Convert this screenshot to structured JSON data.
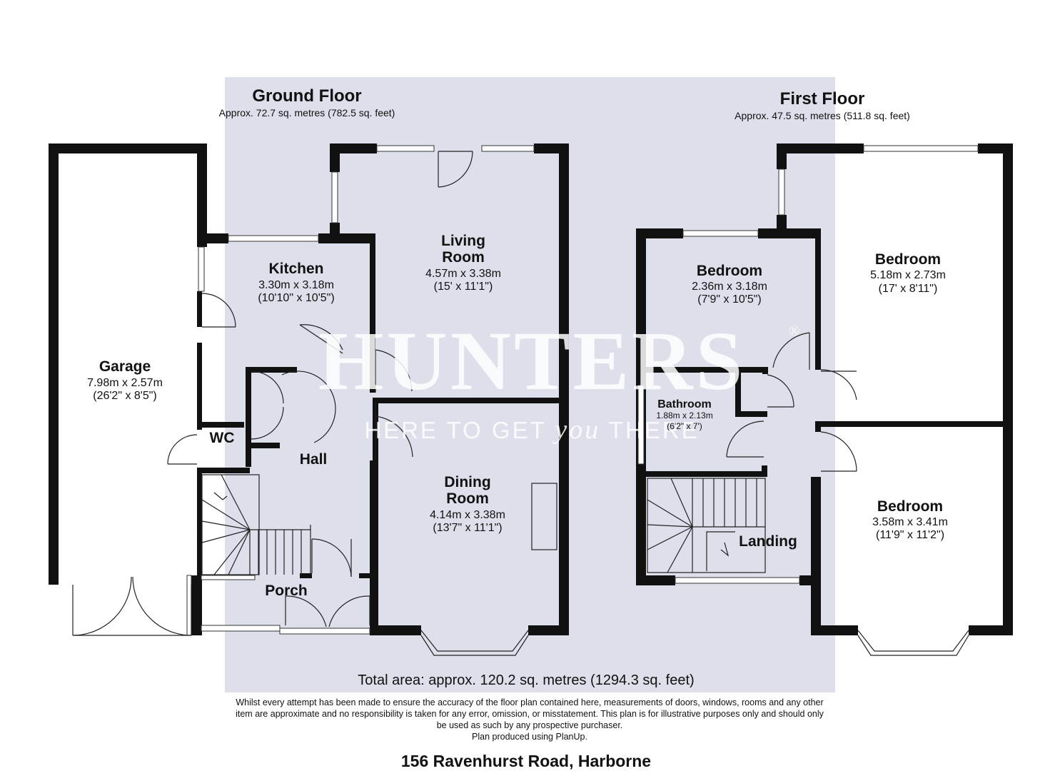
{
  "ground_floor": {
    "title": "Ground Floor",
    "area": "Approx. 72.7 sq. metres (782.5 sq. feet)",
    "rooms": [
      {
        "name": "Garage",
        "dims": "7.98m x 2.57m",
        "imperial": "(26'2\" x 8'5\")"
      },
      {
        "name": "Kitchen",
        "dims": "3.30m x 3.18m",
        "imperial": "(10'10\" x 10'5\")"
      },
      {
        "name": "Living",
        "name2": "Room",
        "dims": "4.57m x 3.38m",
        "imperial": "(15' x 11'1\")"
      },
      {
        "name": "Dining",
        "name2": "Room",
        "dims": "4.14m x 3.38m",
        "imperial": "(13'7\" x 11'1\")"
      },
      {
        "name": "WC"
      },
      {
        "name": "Hall"
      },
      {
        "name": "Porch"
      }
    ]
  },
  "first_floor": {
    "title": "First Floor",
    "area": "Approx. 47.5 sq. metres (511.8 sq. feet)",
    "rooms": [
      {
        "name": "Bedroom",
        "dims": "2.36m x 3.18m",
        "imperial": "(7'9\" x 10'5\")"
      },
      {
        "name": "Bedroom",
        "dims": "5.18m x 2.73m",
        "imperial": "(17' x 8'11\")"
      },
      {
        "name": "Bathroom",
        "dims": "1.88m x 2.13m",
        "imperial": "(6'2\" x 7')"
      },
      {
        "name": "Bedroom",
        "dims": "3.58m x 3.41m",
        "imperial": "(11'9\" x 11'2\")"
      },
      {
        "name": "Landing"
      }
    ]
  },
  "watermark": {
    "brand": "HUNTERS",
    "registered": "®",
    "tagline_start": "HERE TO GET ",
    "tagline_you": "you",
    "tagline_end": " THERE"
  },
  "total_area": "Total area: approx. 120.2 sq. metres (1294.3 sq. feet)",
  "disclaimer": [
    "Whilst every attempt has been made to ensure the accuracy of the floor plan contained here, measurements of doors, windows, rooms and any other",
    "item are approximate and no responsibility is taken for any error, omission, or misstatement. This plan is for illustrative purposes only and should only",
    "be used as such by any prospective purchaser.",
    "Plan produced using PlanUp."
  ],
  "address": "156 Ravenhurst Road, Harborne",
  "colors": {
    "background_band": "#dde0ea",
    "walls": "#111111",
    "watermark": "#ffffff"
  }
}
